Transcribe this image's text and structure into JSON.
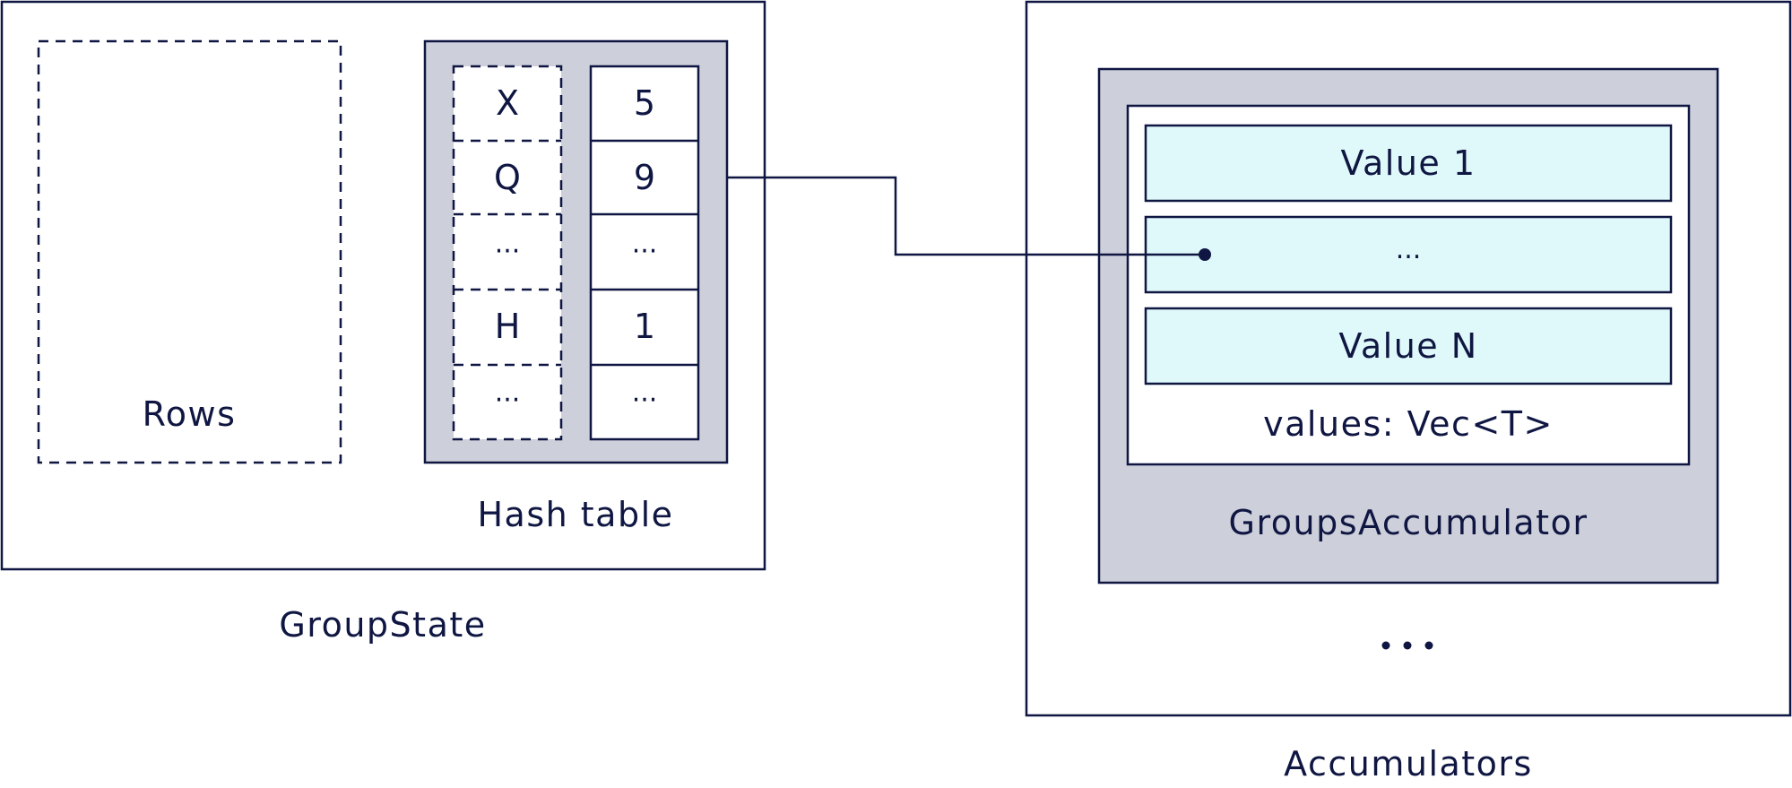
{
  "group_state": {
    "label": "GroupState",
    "rows_label": "Rows",
    "hash_table": {
      "label": "Hash table",
      "keys": [
        "X",
        "Q",
        "...",
        "H",
        "..."
      ],
      "values": [
        "5",
        "9",
        "...",
        "1",
        "..."
      ]
    }
  },
  "accumulators": {
    "label": "Accumulators",
    "more": "...",
    "groups_accumulator": {
      "label": "GroupsAccumulator",
      "values_label": "values: Vec<T>",
      "items": [
        "Value 1",
        "...",
        "Value N"
      ]
    }
  },
  "colors": {
    "ink": "#0f1642",
    "gray_fill": "#cdcfda",
    "cyan_fill": "#dff9fa"
  }
}
